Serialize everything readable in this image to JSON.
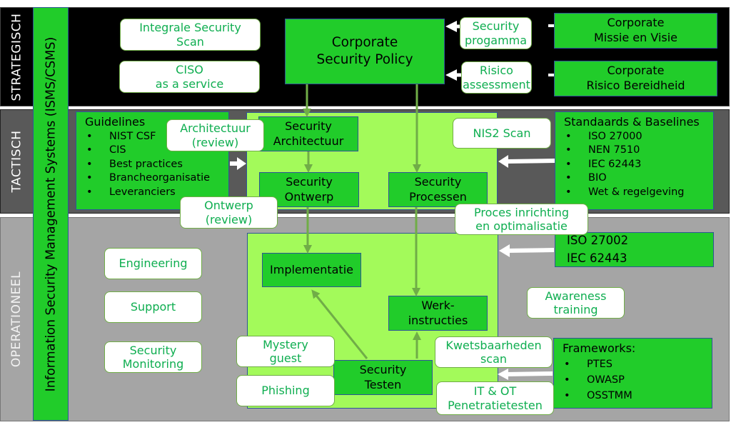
{
  "layers": {
    "strategic": "STRATEGISCH",
    "tactical": "TACTISCH",
    "operational": "OPERATIONEEL"
  },
  "isms_label": "Information Security Management Systems (ISMS/CSMS)",
  "strategic": {
    "integrale_scan": [
      "Integrale Security",
      "Scan"
    ],
    "ciso": [
      "CISO",
      "as a service"
    ],
    "policy": [
      "Corporate",
      "Security Policy"
    ],
    "security_programma": [
      "Security",
      "progamma"
    ],
    "risico_assessment": [
      "Risico",
      "assessment"
    ],
    "missie_visie": [
      "Corporate",
      "Missie en Visie"
    ],
    "risico_bereidheid": [
      "Corporate",
      "Risico Bereidheid"
    ]
  },
  "tactical": {
    "guidelines": {
      "title": "Guidelines",
      "items": [
        "NIST CSF",
        "CIS",
        "Best practices",
        "Brancheorganisatie",
        "Leveranciers"
      ]
    },
    "architectuur_review": [
      "Architectuur",
      "(review)"
    ],
    "security_architectuur": [
      "Security",
      "Architectuur"
    ],
    "security_ontwerp": [
      "Security",
      "Ontwerp"
    ],
    "ontwerp_review": [
      "Ontwerp",
      "(review)"
    ],
    "security_processen": [
      "Security",
      "Processen"
    ],
    "nis2_scan": "NIS2 Scan",
    "standaards": {
      "title": "Standaards & Baselines",
      "items": [
        "ISO 27000",
        "NEN 7510",
        "IEC 62443",
        "BIO",
        "Wet & regelgeving"
      ]
    },
    "proces_inrichting": [
      "Proces inrichting",
      "en optimalisatie"
    ]
  },
  "operational": {
    "engineering": "Engineering",
    "support": "Support",
    "security_monitoring": [
      "Security",
      "Monitoring"
    ],
    "implementatie": "Implementatie",
    "werkinstructies": [
      "Werk-",
      "instructies"
    ],
    "security_testen": [
      "Security",
      "Testen"
    ],
    "mystery_guest": [
      "Mystery",
      "guest"
    ],
    "phishing": "Phishing",
    "iso_iec": [
      "ISO 27002",
      "IEC 62443"
    ],
    "awareness": [
      "Awareness",
      "training"
    ],
    "kwetsbaarheden": [
      "Kwetsbaarheden",
      "scan"
    ],
    "pentest": [
      "IT & OT",
      "Penetratietesten"
    ],
    "frameworks": {
      "title": "Frameworks:",
      "items": [
        "PTES",
        "OWASP",
        "OSSTMM"
      ]
    }
  },
  "colors": {
    "box_green": "#21cc2a",
    "zone_light_green": "#a3fa5a",
    "arrow_green": "#70ad47",
    "label_text_green": "#0fae50",
    "strategic_bg": "#000000",
    "tactical_bg": "#595959",
    "operational_bg": "#a5a5a5"
  }
}
